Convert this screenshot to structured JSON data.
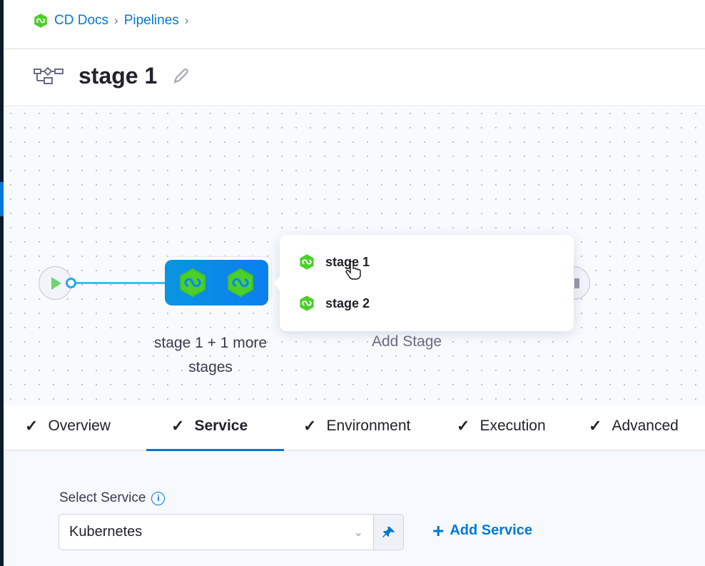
{
  "breadcrumb": {
    "items": [
      "CD Docs",
      "Pipelines"
    ]
  },
  "header": {
    "title": "stage 1"
  },
  "pipeline": {
    "group_label": "stage 1 + 1 more stages",
    "add_stage": "Add Stage"
  },
  "popover": {
    "items": [
      "stage 1",
      "stage 2"
    ]
  },
  "tabs": [
    {
      "label": "Overview"
    },
    {
      "label": "Service",
      "active": true
    },
    {
      "label": "Environment"
    },
    {
      "label": "Execution"
    },
    {
      "label": "Advanced"
    }
  ],
  "service": {
    "label": "Select Service",
    "value": "Kubernetes",
    "add_label": "Add Service"
  },
  "colors": {
    "accent": "#0278d5",
    "stage_green": "#4fd12a",
    "group_blue": "#0a8ae8"
  }
}
